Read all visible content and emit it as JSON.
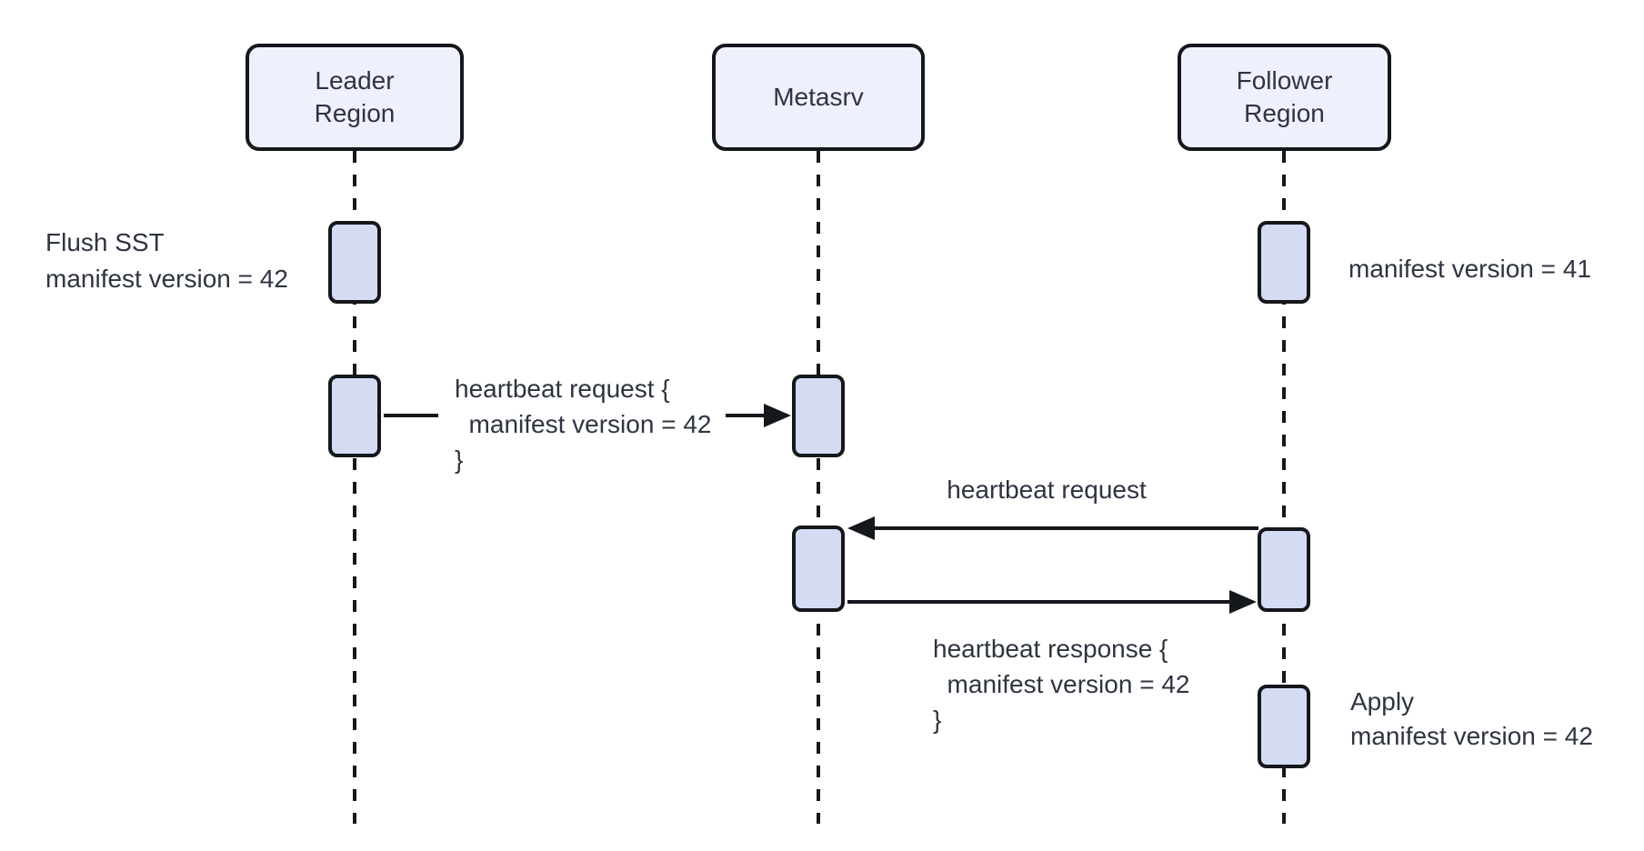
{
  "diagram_type": "sequence",
  "colors": {
    "background": "#ffffff",
    "participant_fill": "#edf1fb",
    "activation_fill": "#d5dbf3",
    "stroke": "#14171c",
    "text": "#2e3440"
  },
  "participants": [
    {
      "id": "leader-region",
      "label": "Leader\nRegion"
    },
    {
      "id": "metasrv",
      "label": "Metasrv"
    },
    {
      "id": "follower-region",
      "label": "Follower\nRegion"
    }
  ],
  "messages": [
    {
      "from": "Leader Region",
      "to": "Metasrv",
      "direction": "right",
      "label": "heartbeat request {\n  manifest version = 42\n}"
    },
    {
      "from": "Follower Region",
      "to": "Metasrv",
      "direction": "left",
      "label": "heartbeat request"
    },
    {
      "from": "Metasrv",
      "to": "Follower Region",
      "direction": "right",
      "label": "heartbeat response {\n  manifest version = 42\n}"
    }
  ],
  "notes": [
    {
      "anchor": "Leader Region",
      "side": "left",
      "label": "Flush SST\nmanifest version = 42"
    },
    {
      "anchor": "Follower Region",
      "side": "right",
      "label": "manifest version = 41"
    },
    {
      "anchor": "Follower Region",
      "side": "right",
      "label": "Apply\nmanifest version = 42"
    }
  ]
}
